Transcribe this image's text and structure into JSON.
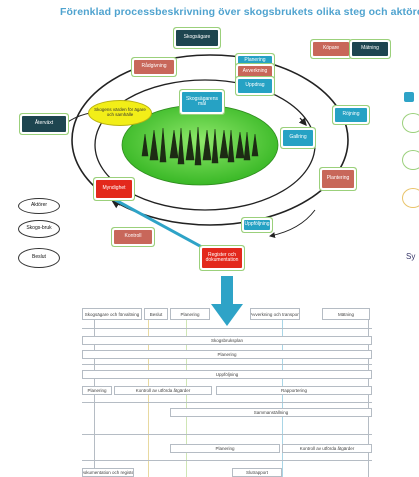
{
  "title": "Förenklad processbeskrivning över skogsbrukets olika steg och aktörer",
  "nodes": {
    "n_top": "Skogsägare",
    "n_upper_left": "Rådgivning",
    "n_center_small": "Skogsägarens mål",
    "n_tr1": "Planering",
    "n_tr2": "Avverkning",
    "n_tr3": "Uppdrag",
    "n_far_r1": "Köpare",
    "n_far_r2": "Mätning",
    "n_right": "Röjning",
    "n_mid_right": "Gallring",
    "n_right_lower": "Plantering",
    "n_left": "Återväxt",
    "n_red_left": "Myndighet",
    "n_bottom_small": "Uppföljning",
    "n_bottom_left": "Kontroll",
    "n_red_bottom": "Register och dokumentation"
  },
  "bubble_text": "Skogens värden för ägare och samhälle",
  "left_ovals": [
    "Aktörer",
    "Skogs-bruk",
    "Beslut"
  ],
  "right_label": "Sy",
  "table": {
    "header_cells": [
      "Skogsägare och förvaltning",
      "Beslut",
      "Planering",
      "Avverkning och transport",
      "Mätning"
    ],
    "row_labels": {
      "r1": "Skogsbruksplan",
      "r2": "Planering",
      "r3": "Uppföljning",
      "r4a": "Planering",
      "r4b": "Kontroll av utförda åtgärder",
      "r4c": "Rapportering",
      "r5": "Sammanställning",
      "r6a": "Planering",
      "r6b": "Kontroll av utförda åtgärder",
      "r7a": "Dokumentation och register",
      "r7b": "Slutrapport"
    }
  },
  "colors": {
    "navy": "#1e4550",
    "teal": "#26a2c4",
    "salmon": "#c8675a",
    "red": "#e3281c",
    "green": "#3fc42a",
    "yellow": "#f2ee18",
    "arrow": "#2ea3c7"
  }
}
